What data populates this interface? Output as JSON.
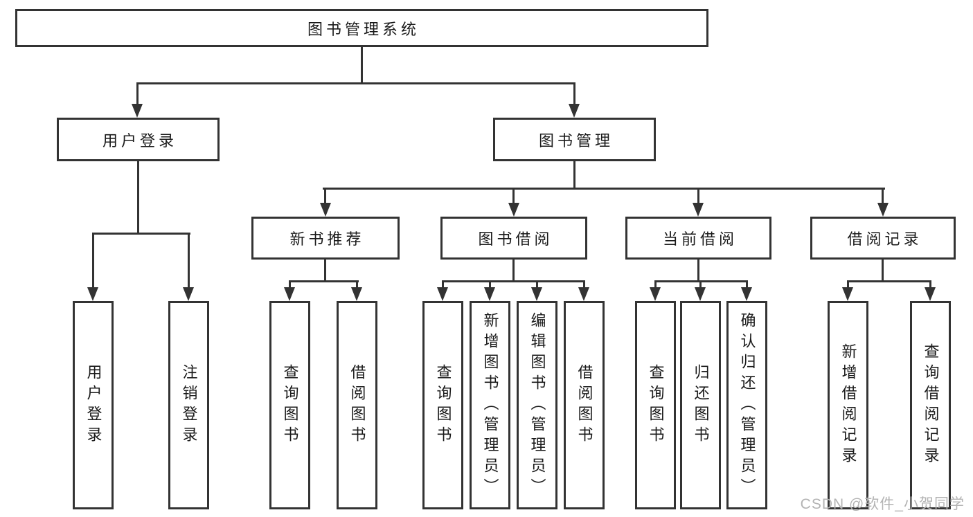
{
  "diagram": {
    "root": {
      "label": "图书管理系统"
    },
    "branches": [
      {
        "label": "用户登录",
        "children": [
          {
            "label": "用户登录"
          },
          {
            "label": "注销登录"
          }
        ]
      },
      {
        "label": "图书管理",
        "children": [
          {
            "label": "新书推荐",
            "children": [
              {
                "label": "查询图书"
              },
              {
                "label": "借阅图书"
              }
            ]
          },
          {
            "label": "图书借阅",
            "children": [
              {
                "label": "查询图书"
              },
              {
                "label": "新增图书（管理员）"
              },
              {
                "label": "编辑图书（管理员）"
              },
              {
                "label": "借阅图书"
              }
            ]
          },
          {
            "label": "当前借阅",
            "children": [
              {
                "label": "查询图书"
              },
              {
                "label": "归还图书"
              },
              {
                "label": "确认归还（管理员）"
              }
            ]
          },
          {
            "label": "借阅记录",
            "children": [
              {
                "label": "新增借阅记录"
              },
              {
                "label": "查询借阅记录"
              }
            ]
          }
        ]
      }
    ]
  },
  "watermark": "CSDN @软件_小贺同学",
  "colors": {
    "line": "#333333",
    "box_border": "#333333",
    "box_fill": "#ffffff",
    "text": "#1a1a1a",
    "watermark": "#b3b3b3",
    "background": "#ffffff"
  }
}
